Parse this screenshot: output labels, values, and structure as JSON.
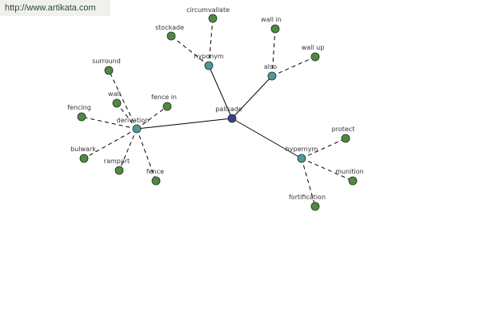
{
  "url_text": "http://www.artikata.com",
  "colors": {
    "center_node": "#3b3f8f",
    "relation_node": "#4a9a9a",
    "word_node": "#4f8a3f",
    "edge": "#000000",
    "label": "#333333"
  },
  "graph": {
    "nodes": [
      {
        "id": "palisade",
        "label": "palisade",
        "kind": "center"
      },
      {
        "id": "hyponym",
        "label": "hyponym",
        "kind": "relation"
      },
      {
        "id": "also",
        "label": "also",
        "kind": "relation"
      },
      {
        "id": "derivation",
        "label": "derivation",
        "kind": "relation"
      },
      {
        "id": "hypernym",
        "label": "hypernym",
        "kind": "relation"
      },
      {
        "id": "circumvallate",
        "label": "circumvallate",
        "kind": "word"
      },
      {
        "id": "stockade",
        "label": "stockade",
        "kind": "word"
      },
      {
        "id": "wall-in",
        "label": "wall in",
        "kind": "word"
      },
      {
        "id": "wall-up",
        "label": "wall up",
        "kind": "word"
      },
      {
        "id": "surround",
        "label": "surround",
        "kind": "word"
      },
      {
        "id": "wall",
        "label": "wall",
        "kind": "word"
      },
      {
        "id": "fence-in",
        "label": "fence in",
        "kind": "word"
      },
      {
        "id": "fencing",
        "label": "fencing",
        "kind": "word"
      },
      {
        "id": "bulwark",
        "label": "bulwark",
        "kind": "word"
      },
      {
        "id": "rampart",
        "label": "rampart",
        "kind": "word"
      },
      {
        "id": "fence",
        "label": "fence",
        "kind": "word"
      },
      {
        "id": "protect",
        "label": "protect",
        "kind": "word"
      },
      {
        "id": "munition",
        "label": "munition",
        "kind": "word"
      },
      {
        "id": "fortification",
        "label": "fortification",
        "kind": "word"
      }
    ],
    "edges": [
      {
        "from": "palisade",
        "to": "hyponym",
        "style": "solid"
      },
      {
        "from": "palisade",
        "to": "also",
        "style": "solid"
      },
      {
        "from": "palisade",
        "to": "derivation",
        "style": "solid"
      },
      {
        "from": "palisade",
        "to": "hypernym",
        "style": "solid"
      },
      {
        "from": "hyponym",
        "to": "circumvallate",
        "style": "dashed"
      },
      {
        "from": "hyponym",
        "to": "stockade",
        "style": "dashed"
      },
      {
        "from": "also",
        "to": "wall-in",
        "style": "dashed"
      },
      {
        "from": "also",
        "to": "wall-up",
        "style": "dashed"
      },
      {
        "from": "derivation",
        "to": "surround",
        "style": "dashed"
      },
      {
        "from": "derivation",
        "to": "wall",
        "style": "dashed"
      },
      {
        "from": "derivation",
        "to": "fence-in",
        "style": "dashed"
      },
      {
        "from": "derivation",
        "to": "fencing",
        "style": "dashed"
      },
      {
        "from": "derivation",
        "to": "bulwark",
        "style": "dashed"
      },
      {
        "from": "derivation",
        "to": "rampart",
        "style": "dashed"
      },
      {
        "from": "derivation",
        "to": "fence",
        "style": "dashed"
      },
      {
        "from": "hypernym",
        "to": "protect",
        "style": "dashed"
      },
      {
        "from": "hypernym",
        "to": "munition",
        "style": "dashed"
      },
      {
        "from": "hypernym",
        "to": "fortification",
        "style": "dashed"
      }
    ]
  }
}
